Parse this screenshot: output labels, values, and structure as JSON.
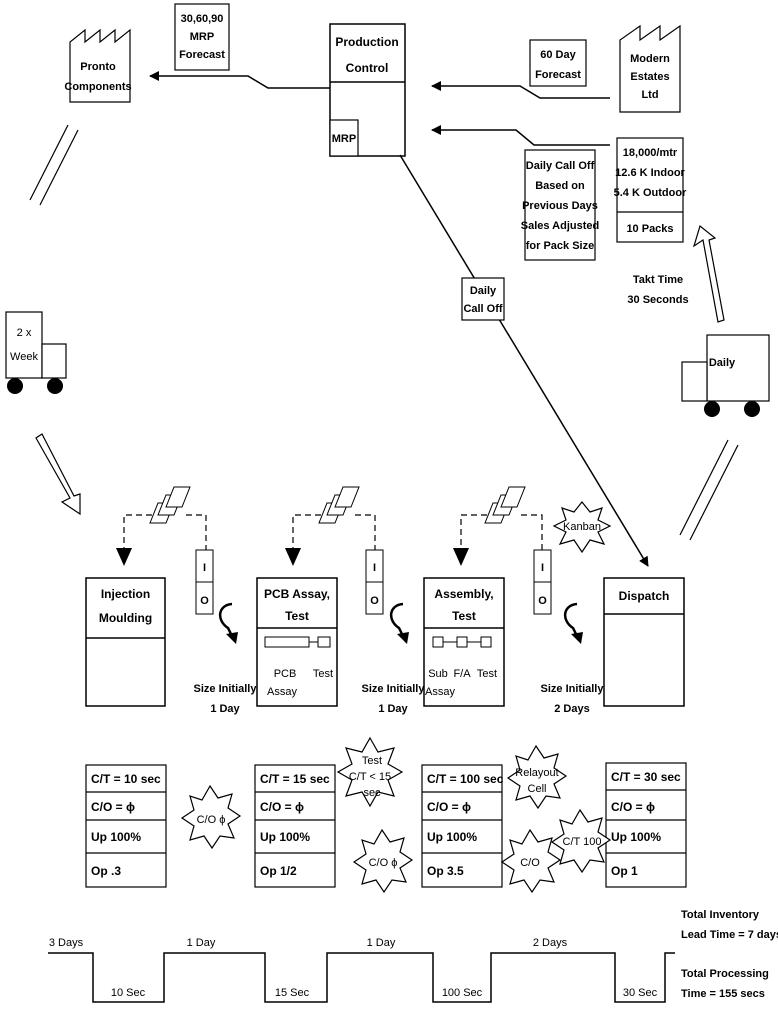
{
  "production_control": {
    "title_line1": "Production",
    "title_line2": "Control",
    "mrp": "MRP"
  },
  "supplier": {
    "name_line1": "Pronto",
    "name_line2": "Components"
  },
  "customer": {
    "name_line1": "Modern",
    "name_line2": "Estates",
    "name_line3": "Ltd"
  },
  "forecast_to_supplier": {
    "line1": "30,60,90",
    "line2": "MRP",
    "line3": "Forecast"
  },
  "forecast_from_customer": {
    "line1": "60 Day",
    "line2": "Forecast"
  },
  "customer_demand": {
    "line1": "18,000/mtr",
    "line2": "12.6 K Indoor",
    "line3": "5.4 K Outdoor",
    "packs": "10 Packs"
  },
  "daily_calloff_note": {
    "line1": "Daily Call Off",
    "line2": "Based on",
    "line3": "Previous Days",
    "line4": "Sales Adjusted",
    "line5": "for Pack Size"
  },
  "daily_calloff_label": {
    "line1": "Daily",
    "line2": "Call Off"
  },
  "takt": {
    "line1": "Takt Time",
    "line2": "30 Seconds"
  },
  "supplier_truck": {
    "line1": "2 x",
    "line2": "Week"
  },
  "customer_truck": {
    "label": "Daily"
  },
  "kanban": "Kanban",
  "buffer": {
    "in": "I",
    "out": "O"
  },
  "processes": [
    {
      "name_line1": "Injection",
      "name_line2": "Moulding"
    },
    {
      "name_line1": "PCB Assay,",
      "name_line2": "Test",
      "sub1": "PCB",
      "sub1b": "Assay",
      "sub2": "Test"
    },
    {
      "name_line1": "Assembly,",
      "name_line2": "Test",
      "sub1": "Sub",
      "sub1b": "Assay",
      "sub2": "F/A",
      "sub3": "Test"
    },
    {
      "name_line1": "Dispatch"
    }
  ],
  "supermarket_sizes": [
    {
      "line1": "Size Initially",
      "line2": "1 Day"
    },
    {
      "line1": "Size Initially",
      "line2": "1 Day"
    },
    {
      "line1": "Size Initially",
      "line2": "2 Days"
    }
  ],
  "data_boxes": [
    {
      "ct": "C/T = 10 sec",
      "co": "C/O = ϕ",
      "up": "Up 100%",
      "op": "Op .3"
    },
    {
      "ct": "C/T = 15 sec",
      "co": "C/O = ϕ",
      "up": "Up 100%",
      "op": "Op 1/2"
    },
    {
      "ct": "C/T = 100 sec",
      "co": "C/O = ϕ",
      "up": "Up 100%",
      "op": "Op 3.5"
    },
    {
      "ct": "C/T = 30 sec",
      "co": "C/O = ϕ",
      "up": "Up 100%",
      "op": "Op 1"
    }
  ],
  "kaizen": {
    "co1": "C/O ϕ",
    "test_line1": "Test",
    "test_line2": "C/T < 15",
    "test_line3": "sec",
    "co2": "C/O ϕ",
    "relayout_line1": "Relayout",
    "relayout_line2": "Cell",
    "co3": "C/O",
    "ct100": "C/T 100"
  },
  "timeline": {
    "days": [
      "3 Days",
      "1 Day",
      "1 Day",
      "2 Days"
    ],
    "secs": [
      "10 Sec",
      "15 Sec",
      "100 Sec",
      "30 Sec"
    ],
    "total_inventory_line1": "Total Inventory",
    "total_inventory_line2": "Lead Time = 7 days",
    "total_processing_line1": "Total Processing",
    "total_processing_line2": "Time = 155 secs"
  }
}
